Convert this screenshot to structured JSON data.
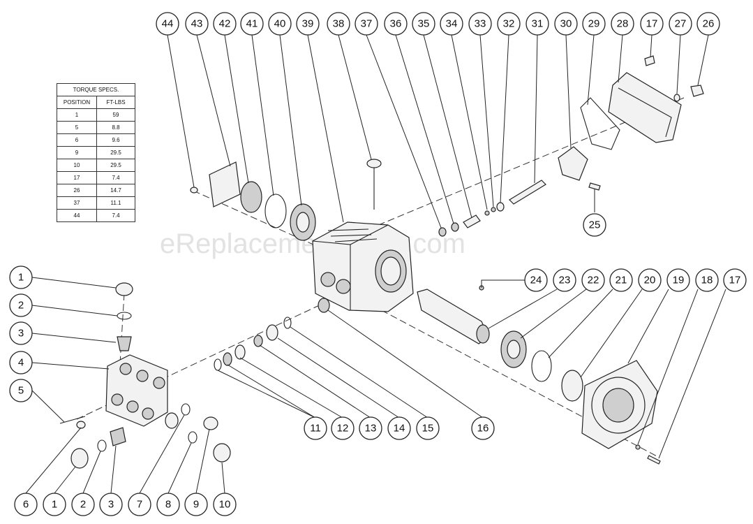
{
  "watermark": "eReplacementParts.com",
  "torque_table": {
    "title": "TORQUE SPECS.",
    "headers": [
      "POSITION",
      "FT-LBS"
    ],
    "rows": [
      {
        "position": "1",
        "ftlbs": "59"
      },
      {
        "position": "5",
        "ftlbs": "8.8"
      },
      {
        "position": "6",
        "ftlbs": "9.6"
      },
      {
        "position": "9",
        "ftlbs": "29.5"
      },
      {
        "position": "10",
        "ftlbs": "29.5"
      },
      {
        "position": "17",
        "ftlbs": "7.4"
      },
      {
        "position": "26",
        "ftlbs": "14.7"
      },
      {
        "position": "37",
        "ftlbs": "11.1"
      },
      {
        "position": "44",
        "ftlbs": "7.4"
      }
    ]
  },
  "callouts": {
    "top_row": [
      "44",
      "43",
      "42",
      "41",
      "40",
      "39",
      "38",
      "37",
      "36",
      "35",
      "34",
      "33",
      "32",
      "31",
      "30",
      "29",
      "28",
      "17",
      "27",
      "26"
    ],
    "c25": "25",
    "right_row": [
      "24",
      "23",
      "22",
      "21",
      "20",
      "19",
      "18",
      "17"
    ],
    "left_col": [
      "1",
      "2",
      "3",
      "4",
      "5"
    ],
    "mid_row": [
      "11",
      "12",
      "13",
      "14",
      "15",
      "16"
    ],
    "bottom_row": [
      "6",
      "1",
      "2",
      "3",
      "7",
      "8",
      "9",
      "10"
    ]
  }
}
